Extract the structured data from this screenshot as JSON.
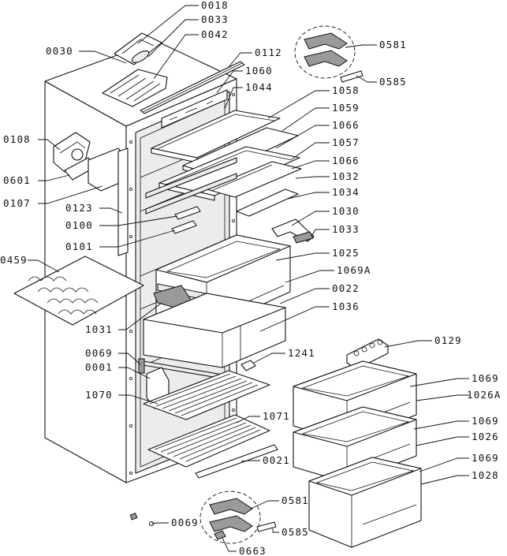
{
  "callouts": [
    {
      "id": "c0018",
      "label": "0018"
    },
    {
      "id": "c0033",
      "label": "0033"
    },
    {
      "id": "c0042",
      "label": "0042"
    },
    {
      "id": "c0030",
      "label": "0030"
    },
    {
      "id": "c0112",
      "label": "0112"
    },
    {
      "id": "c0581a",
      "label": "0581"
    },
    {
      "id": "c0585a",
      "label": "0585"
    },
    {
      "id": "c1060",
      "label": "1060"
    },
    {
      "id": "c1044",
      "label": "1044"
    },
    {
      "id": "c1058",
      "label": "1058"
    },
    {
      "id": "c1059",
      "label": "1059"
    },
    {
      "id": "c0108",
      "label": "0108"
    },
    {
      "id": "c1066a",
      "label": "1066"
    },
    {
      "id": "c1057",
      "label": "1057"
    },
    {
      "id": "c1066b",
      "label": "1066"
    },
    {
      "id": "c0601",
      "label": "0601"
    },
    {
      "id": "c1032",
      "label": "1032"
    },
    {
      "id": "c1034",
      "label": "1034"
    },
    {
      "id": "c0107",
      "label": "0107"
    },
    {
      "id": "c0123",
      "label": "0123"
    },
    {
      "id": "c1030",
      "label": "1030"
    },
    {
      "id": "c0100",
      "label": "0100"
    },
    {
      "id": "c1033",
      "label": "1033"
    },
    {
      "id": "c0101",
      "label": "0101"
    },
    {
      "id": "c1025",
      "label": "1025"
    },
    {
      "id": "c0459",
      "label": "0459"
    },
    {
      "id": "c1069A",
      "label": "1069A"
    },
    {
      "id": "c0022",
      "label": "0022"
    },
    {
      "id": "c1036",
      "label": "1036"
    },
    {
      "id": "c1031",
      "label": "1031"
    },
    {
      "id": "c0129",
      "label": "0129"
    },
    {
      "id": "c0069a",
      "label": "0069"
    },
    {
      "id": "c1241",
      "label": "1241"
    },
    {
      "id": "c0001",
      "label": "0001"
    },
    {
      "id": "c1069a",
      "label": "1069"
    },
    {
      "id": "c1070",
      "label": "1070"
    },
    {
      "id": "c1026A",
      "label": "1026A"
    },
    {
      "id": "c1071",
      "label": "1071"
    },
    {
      "id": "c1069b",
      "label": "1069"
    },
    {
      "id": "c1026",
      "label": "1026"
    },
    {
      "id": "c0021",
      "label": "0021"
    },
    {
      "id": "c1069c",
      "label": "1069"
    },
    {
      "id": "c1028",
      "label": "1028"
    },
    {
      "id": "c0581b",
      "label": "0581"
    },
    {
      "id": "c0069b",
      "label": "0069"
    },
    {
      "id": "c0585b",
      "label": "0585"
    },
    {
      "id": "c0663",
      "label": "0663"
    }
  ]
}
